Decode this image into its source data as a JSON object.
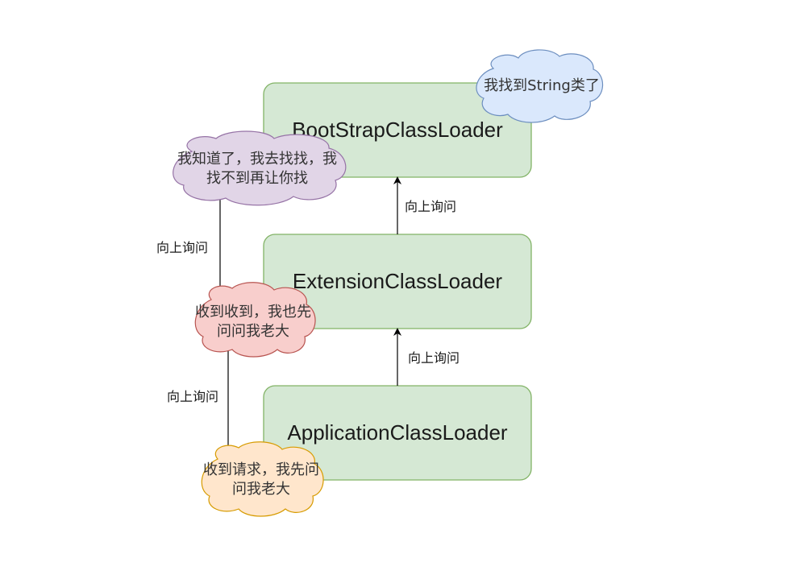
{
  "boxes": {
    "bootstrap": "BootStrapClassLoader",
    "extension": "ExtensionClassLoader",
    "application": "ApplicationClassLoader"
  },
  "edges": {
    "ext_to_boot": "向上询问",
    "app_to_ext": "向上询问",
    "left_upper": "向上询问",
    "left_lower": "向上询问"
  },
  "clouds": {
    "found": "我找到String类了",
    "know_line1": "我知道了，我去找找，我",
    "know_line2": "找不到再让你找",
    "received_line1": "收到收到，我也先",
    "received_line2": "问问我老大",
    "request_line1": "收到请求，我先问",
    "request_line2": "问我老大"
  },
  "colors": {
    "box_fill": "#d5e8d4",
    "box_stroke": "#82b366",
    "cloud_blue_fill": "#dae8fc",
    "cloud_blue_stroke": "#6c8ebf",
    "cloud_purple_fill": "#e1d5e7",
    "cloud_purple_stroke": "#9673a6",
    "cloud_red_fill": "#f8cecc",
    "cloud_red_stroke": "#b85450",
    "cloud_orange_fill": "#ffe6cc",
    "cloud_orange_stroke": "#d79b00",
    "arrow": "#000000"
  }
}
